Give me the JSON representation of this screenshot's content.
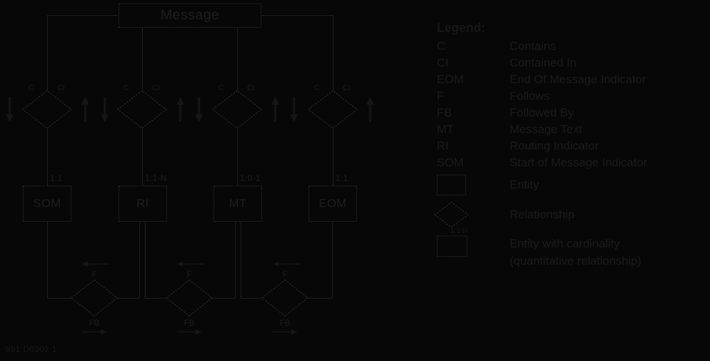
{
  "diagram": {
    "root_label": "Message",
    "top_relationship": {
      "left": "C",
      "right": "CI"
    },
    "entities": [
      {
        "label": "SOM",
        "cardinality": "1:1"
      },
      {
        "label": "RI",
        "cardinality": "1:1-N"
      },
      {
        "label": "MT",
        "cardinality": "1:0-1"
      },
      {
        "label": "EOM",
        "cardinality": "1:1"
      }
    ],
    "bottom_relationship": {
      "top": "F",
      "bottom": "FB"
    },
    "figure_number": "991 D0302 1"
  },
  "legend": {
    "title": "Legend:",
    "abbreviations": [
      {
        "abbr": "C",
        "meaning": "Contains"
      },
      {
        "abbr": "CI",
        "meaning": "Contained In"
      },
      {
        "abbr": "EOM",
        "meaning": "End Of Message Indicator"
      },
      {
        "abbr": "F",
        "meaning": "Follows"
      },
      {
        "abbr": "FB",
        "meaning": "Followed By"
      },
      {
        "abbr": "MT",
        "meaning": "Message Text"
      },
      {
        "abbr": "RI",
        "meaning": "Routing Indicator"
      },
      {
        "abbr": "SOM",
        "meaning": "Start of Message Indicator"
      }
    ],
    "symbols": {
      "entity_label": "Entity",
      "relationship_label": "Relationship",
      "cardinality_example": "1:1-N",
      "cardinality_label_line1": "Entity with cardinality",
      "cardinality_label_line2": "(quantitative relationship)"
    }
  },
  "colors": {
    "background": "#070707",
    "connector_line": "#1f1f1f",
    "dotted_border": "#2d2d2d",
    "text": "#1d1d1d",
    "arrow": "#161616"
  }
}
